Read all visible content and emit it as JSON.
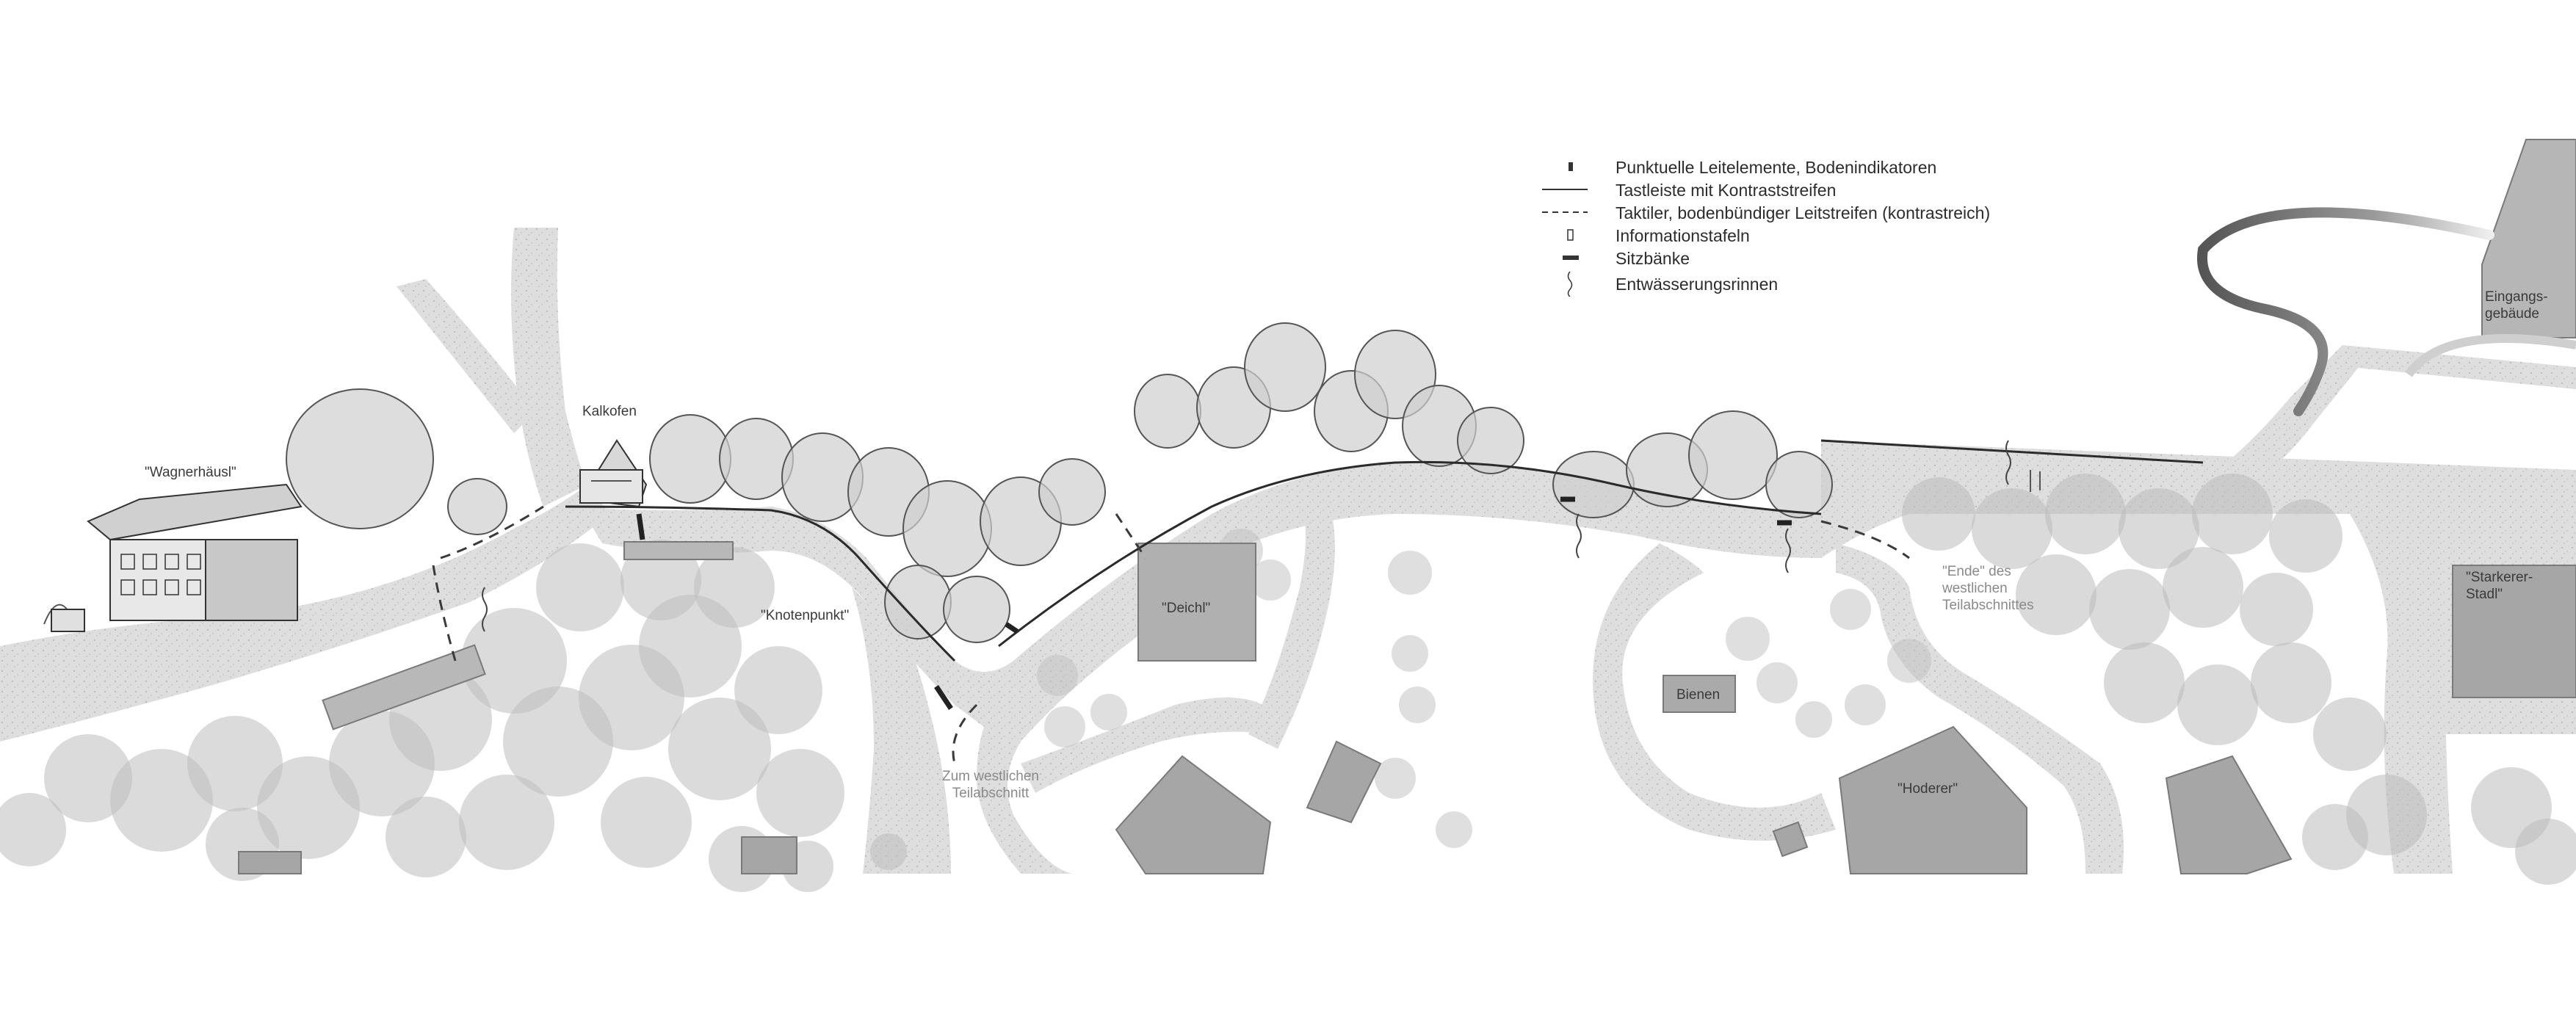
{
  "legend": {
    "items": [
      {
        "symbol": "point-marker-icon",
        "label": "Punktuelle Leitelemente, Bodenindikatoren"
      },
      {
        "symbol": "solid-line-icon",
        "label": "Tastleiste mit Kontraststreifen"
      },
      {
        "symbol": "dashed-line-icon",
        "label": "Taktiler, bodenbündiger Leitstreifen (kontrastreich)"
      },
      {
        "symbol": "info-board-icon",
        "label": "Informationstafeln"
      },
      {
        "symbol": "bench-icon",
        "label": "Sitzbänke"
      },
      {
        "symbol": "drainage-icon",
        "label": "Entwässerungsrinnen"
      }
    ]
  },
  "labels": {
    "wagnerhaeusl": "\"Wagnerhäusl\"",
    "kalkofen": "Kalkofen",
    "knotenpunkt": "\"Knotenpunkt\"",
    "deichl": "\"Deichl\"",
    "zum_westlichen_1": "Zum westlichen",
    "zum_westlichen_2": "Teilabschnitt",
    "ende_1": "\"Ende\" des",
    "ende_2": "westlichen",
    "ende_3": "Teilabschnittes",
    "bienen": "Bienen",
    "hoderer": "\"Hoderer\"",
    "starkerer_1": "\"Starkerer-",
    "starkerer_2": "Stadl\"",
    "eingang_1": "Eingangs-",
    "eingang_2": "gebäude"
  },
  "colors": {
    "path": "#dcdcdc",
    "building": "#a4a4a4",
    "canopy": "#bdbdbd",
    "line": "#2b2b2b"
  }
}
